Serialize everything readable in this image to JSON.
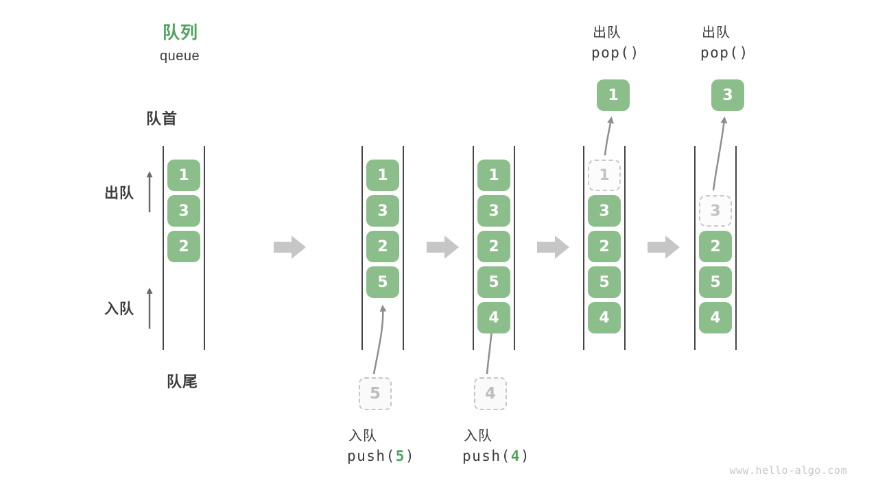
{
  "title": {
    "zh": "队列",
    "en": "queue"
  },
  "side_labels": {
    "front": "队首",
    "rear": "队尾",
    "dequeue": "出队",
    "enqueue": "入队"
  },
  "states": [
    {
      "items": [
        "1",
        "3",
        "2"
      ]
    },
    {
      "items": [
        "1",
        "3",
        "2",
        "5"
      ],
      "pending": "5",
      "op": {
        "label": "入队",
        "pre": "push(",
        "arg": "5",
        "post": ")"
      }
    },
    {
      "items": [
        "1",
        "3",
        "2",
        "5",
        "4"
      ],
      "pending": "4",
      "op": {
        "label": "入队",
        "pre": "push(",
        "arg": "4",
        "post": ")"
      }
    },
    {
      "ghost": "1",
      "items": [
        "3",
        "2",
        "5",
        "4"
      ],
      "popped": "1",
      "op": {
        "label": "出队",
        "code": "pop()"
      }
    },
    {
      "ghost": "3",
      "items": [
        "2",
        "5",
        "4"
      ],
      "popped": "3",
      "op": {
        "label": "出队",
        "code": "pop()"
      }
    }
  ],
  "watermark": "www.hello-algo.com",
  "colors": {
    "box_green": "#8CBE8C",
    "title_green": "#4DA35C",
    "text_dark": "#3F3F3F",
    "line_dark": "#454545",
    "step_arrow_gray": "#C6C6C6",
    "curve_arrow_gray": "#8E8E8E",
    "label_arrow_gray": "#6A6A6A"
  }
}
